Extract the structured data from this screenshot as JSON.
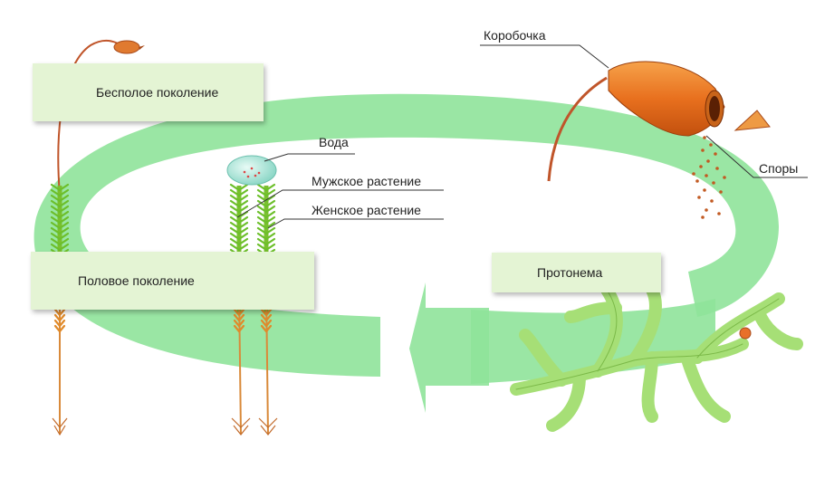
{
  "boxes": {
    "asexual": "Бесполое поколение",
    "sexual": "Половое поколение",
    "protonema": "Протонема"
  },
  "labels": {
    "capsule": "Коробочка",
    "spores": "Споры",
    "water": "Вода",
    "male": "Мужское растение",
    "female": "Женское растение"
  },
  "colors": {
    "cycle_arrow": "#8fe39a",
    "box_fill": "#e4f4d4",
    "moss_green": "#6cbf2a",
    "moss_orange": "#e08a2a",
    "capsule": "#e06a1a",
    "protonema": "#9ed96e"
  }
}
